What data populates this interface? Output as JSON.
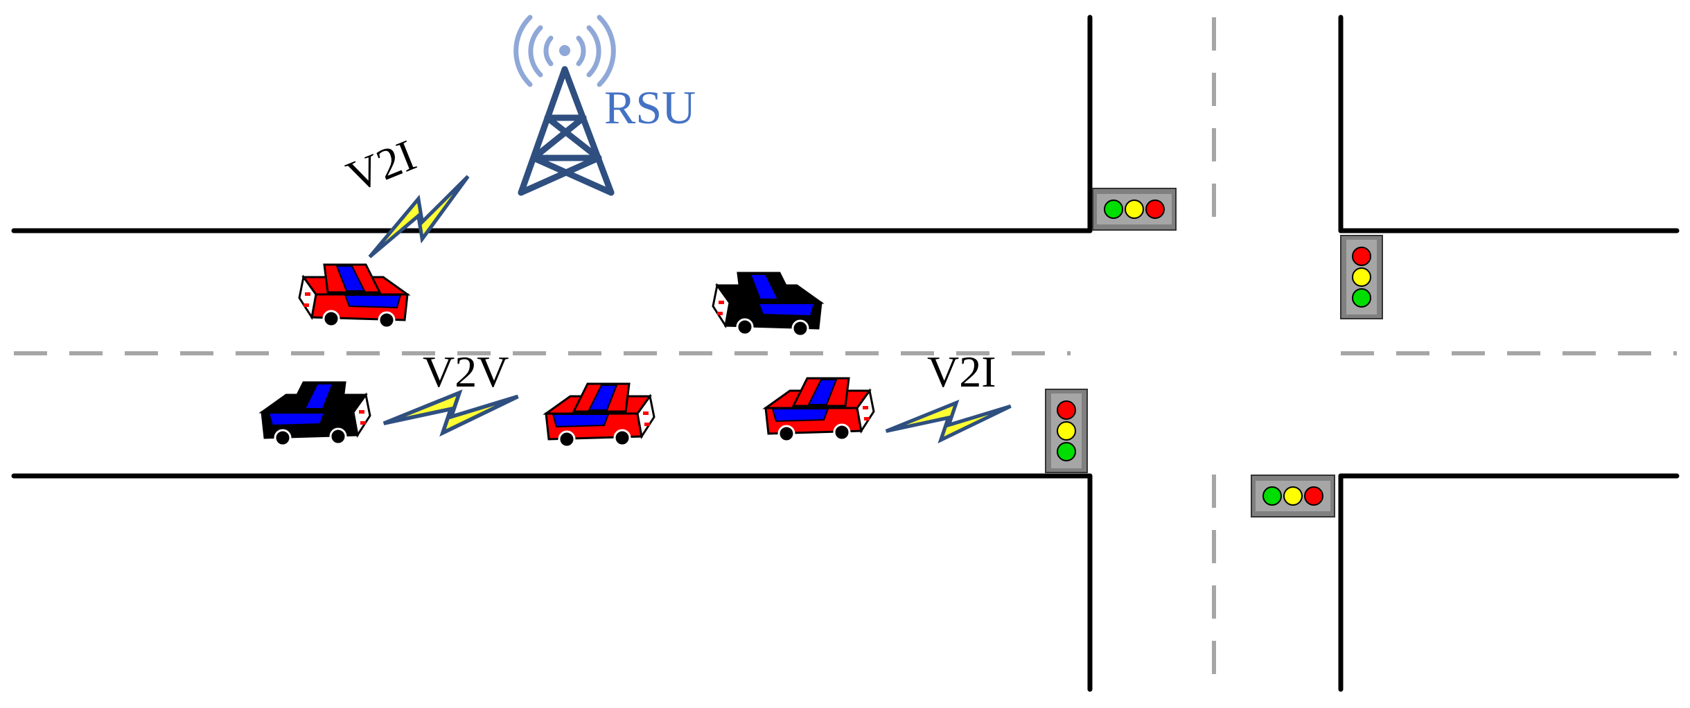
{
  "labels": {
    "rsu": "RSU",
    "v2i_rsu": "V2I",
    "v2v": "V2V",
    "v2i_light": "V2I"
  },
  "colors": {
    "road_line": "#000000",
    "lane_dash": "#a6a6a6",
    "rsu_tower": "#2f4f80",
    "rsu_signal": "#8fa8d8",
    "rsu_label": "#4472c4",
    "bolt_fill": "#ffff33",
    "bolt_stroke": "#2f4f80",
    "car_red": "#ff0000",
    "car_black": "#000000",
    "car_roof": "#0000ff",
    "light_housing": "#808080",
    "light_red": "#ff0000",
    "light_yellow": "#ffff00",
    "light_green": "#00dd00"
  },
  "icons": [
    "rsu-tower-icon",
    "wireless-bolt-icon",
    "car-icon",
    "traffic-light-icon"
  ]
}
